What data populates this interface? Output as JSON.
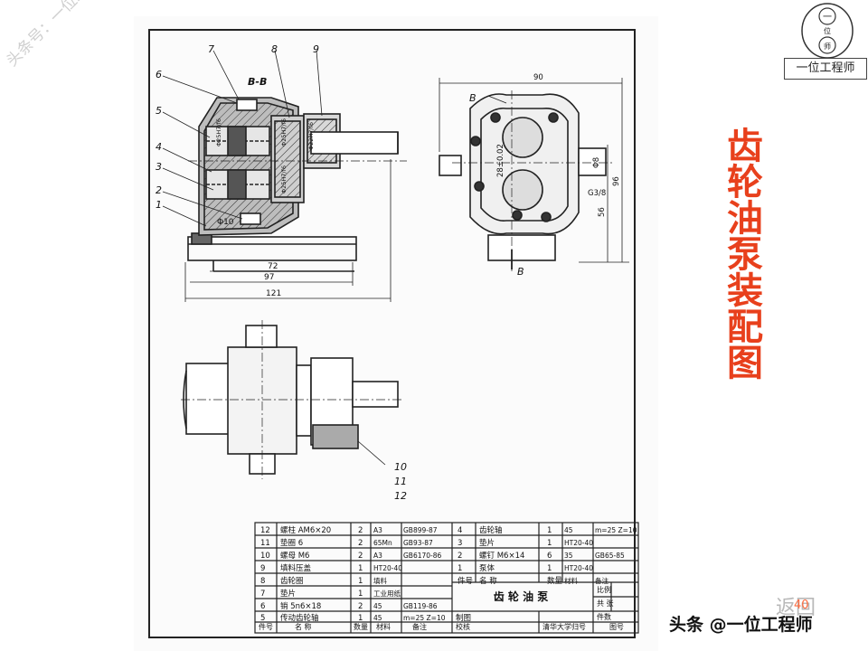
{
  "watermark": "头条号：一位工程师",
  "logo": {
    "top_chars": [
      "一",
      "位",
      "师"
    ],
    "caption": "一位工程师"
  },
  "side_title": "齿轮油泵装配图",
  "section_label": "B-B",
  "section_marks": [
    "B",
    "B"
  ],
  "part_callouts": [
    "1",
    "2",
    "3",
    "4",
    "5",
    "6",
    "7",
    "8",
    "9",
    "10",
    "11",
    "12"
  ],
  "dims_front": [
    "72",
    "97",
    "121",
    "Φ10"
  ],
  "dims_front_vertical": [
    "Φ25H7/f6",
    "Φ25H7/f6",
    "Φ25H7/f6",
    "Φ22H7/f6"
  ],
  "dims_side": [
    "90",
    "Φ8",
    "96",
    "56",
    "28±0.02",
    "G3/8"
  ],
  "bom_rows": [
    {
      "no": "12",
      "name": "螺柱 AM6×20",
      "qty": "2",
      "mat": "A3",
      "note": "GB899-87",
      "no2": "4",
      "name2": "齿轮轴",
      "qty2": "1",
      "mat2": "45",
      "note2": "m=25 Z=10"
    },
    {
      "no": "11",
      "name": "垫圈 6",
      "qty": "2",
      "mat": "65Mn",
      "note": "GB93-87",
      "no2": "3",
      "name2": "垫片",
      "qty2": "1",
      "mat2": "HT20-40",
      "note2": ""
    },
    {
      "no": "10",
      "name": "螺母 M6",
      "qty": "2",
      "mat": "A3",
      "note": "GB6170-86",
      "no2": "2",
      "name2": "螺钉 M6×14",
      "qty2": "6",
      "mat2": "35",
      "note2": "GB65-85"
    },
    {
      "no": "9",
      "name": "填料压盖",
      "qty": "1",
      "mat": "HT20-40",
      "note": "",
      "no2": "1",
      "name2": "泵体",
      "qty2": "1",
      "mat2": "HT20-40",
      "note2": ""
    },
    {
      "no": "8",
      "name": "齿轮圈",
      "qty": "1",
      "mat": "填料",
      "note": "",
      "no2": "件号",
      "name2": "名 称",
      "qty2": "数量",
      "mat2": "材料",
      "note2": "备注"
    },
    {
      "no": "7",
      "name": "垫片",
      "qty": "1",
      "mat": "工业用纸",
      "note": "",
      "no2": "",
      "name2": "",
      "qty2": "",
      "mat2": "",
      "note2": ""
    },
    {
      "no": "6",
      "name": "销 5n6×18",
      "qty": "2",
      "mat": "45",
      "note": "GB119-86",
      "no2": "",
      "name2": "",
      "qty2": "",
      "mat2": "",
      "note2": ""
    },
    {
      "no": "5",
      "name": "传动齿轮轴",
      "qty": "1",
      "mat": "45",
      "note": "m=25 Z=10",
      "no2": "制图",
      "name2": "",
      "qty2": "",
      "mat2": "",
      "note2": ""
    }
  ],
  "bom_footer": {
    "no": "件号",
    "name": "名 称",
    "qty": "数量",
    "mat": "材料",
    "note": "备注",
    "check": "校核",
    "school": "清华大学归号",
    "drawing_no": "图号"
  },
  "title_block": {
    "title": "齿 轮 油 泵",
    "scale": "比例",
    "sheet": "共 张",
    "count": "件数"
  },
  "back_link": "返回",
  "page_number": "40",
  "source_credit": "头条 @一位工程师"
}
